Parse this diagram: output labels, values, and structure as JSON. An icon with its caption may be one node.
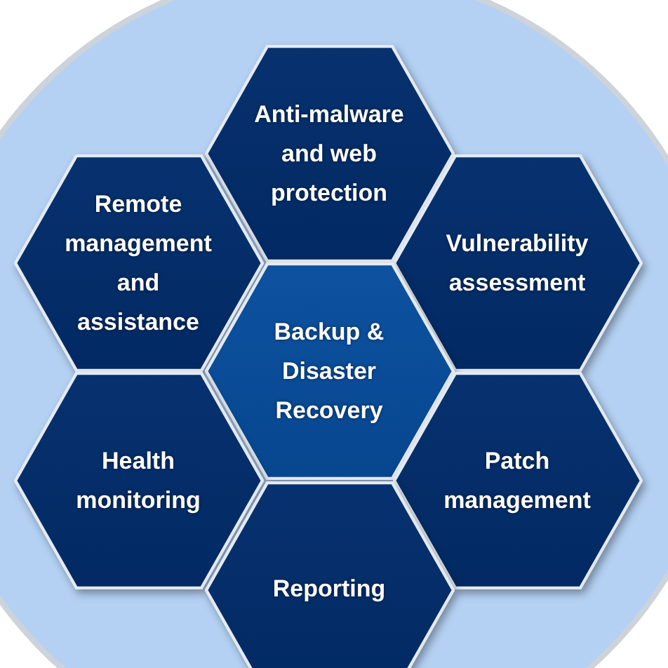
{
  "diagram": {
    "nodes": [
      {
        "text": [
          "Anti-malware and web protection"
        ]
      },
      {
        "text": [
          "Remote management and assistance"
        ]
      },
      {
        "text": [
          "Vulnerability assessment"
        ]
      },
      {
        "text": [
          "Backup & Disaster Recovery"
        ]
      },
      {
        "text": [
          "Health monitoring"
        ]
      },
      {
        "text": [
          "Patch management"
        ]
      },
      {
        "text": [
          "Reporting"
        ]
      }
    ]
  }
}
